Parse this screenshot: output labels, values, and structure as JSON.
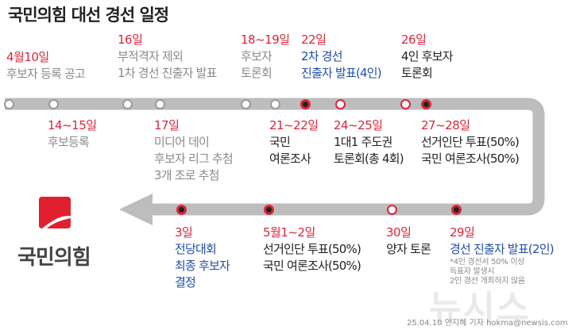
{
  "title": "국민의힘 대선 경선 일정",
  "top_events": [
    {
      "date": "4월10일",
      "date_color": "red",
      "lines": [
        "후보자 등록 공고"
      ],
      "text_color": "gray",
      "marker": "hollow-gray"
    },
    {
      "date": "16일",
      "date_color": "red",
      "lines": [
        "부적격자 제외",
        "1차 경선 진출자 발표"
      ],
      "text_color": "gray",
      "marker": "hollow-gray"
    },
    {
      "date": "18~19일",
      "date_color": "red",
      "lines": [
        "후보자",
        "토론회"
      ],
      "text_color": "gray",
      "marker": "hollow-gray"
    },
    {
      "date": "22일",
      "date_color": "red",
      "lines": [
        "2차 경선",
        "진출자 발표(4인)"
      ],
      "text_color": "blue",
      "marker": "solid-red"
    },
    {
      "date": "26일",
      "date_color": "red",
      "lines": [
        "4인 후보자",
        "토론회"
      ],
      "text_color": "dark",
      "marker": "hollow-red"
    }
  ],
  "mid_events": [
    {
      "date": "14~15일",
      "date_color": "red",
      "lines": [
        "후보등록"
      ],
      "text_color": "gray",
      "marker": "hollow-gray"
    },
    {
      "date": "17일",
      "date_color": "red",
      "lines": [
        "미디어 데이",
        "후보자 리그 추첨",
        "3개 조로 추첨"
      ],
      "text_color": "gray",
      "marker": "hollow-gray"
    },
    {
      "date": "21~22일",
      "date_color": "red",
      "lines": [
        "국민",
        "여론조사"
      ],
      "text_color": "dark",
      "marker": "hollow-gray"
    },
    {
      "date": "24~25일",
      "date_color": "red",
      "lines": [
        "1대1 주도권",
        "토론회(총 4회)"
      ],
      "text_color": "dark",
      "marker": "hollow-red"
    },
    {
      "date": "27~28일",
      "date_color": "red",
      "lines": [
        "선거인단 투표(50%)",
        "국민 여론조사(50%)"
      ],
      "text_color": "dark",
      "marker": "solid-red"
    }
  ],
  "bottom_events": [
    {
      "date": "3일",
      "date_color": "red",
      "lines": [
        "전당대회",
        "최종 후보자",
        "결정"
      ],
      "text_color": "blue",
      "marker": "solid-red"
    },
    {
      "date": "5월1~2일",
      "date_color": "red",
      "lines": [
        "선거인단 투표(50%)",
        "국민 여론조사(50%)"
      ],
      "text_color": "dark",
      "marker": "solid-red"
    },
    {
      "date": "30일",
      "date_color": "red",
      "lines": [
        "양자 토론"
      ],
      "text_color": "dark",
      "marker": "hollow-red"
    },
    {
      "date": "29일",
      "date_color": "red",
      "lines": [
        "경선 진출자 발표(2인)"
      ],
      "text_color": "blue",
      "marker": "solid-red"
    }
  ],
  "note_lines": [
    "*4인 경선서 50% 이상",
    "득표자 발생시",
    "2인 경선 개최하지 않음"
  ],
  "logo_text": "국민의힘",
  "credit": "25.04.10 안지혜 기자 hokma@newsis.com",
  "watermark": "뉴시스",
  "colors": {
    "red": "#d8263b",
    "blue": "#1f4ea8",
    "gray": "#8a8a8a",
    "track": "#bdbdbd",
    "logo": "#e0202f"
  }
}
